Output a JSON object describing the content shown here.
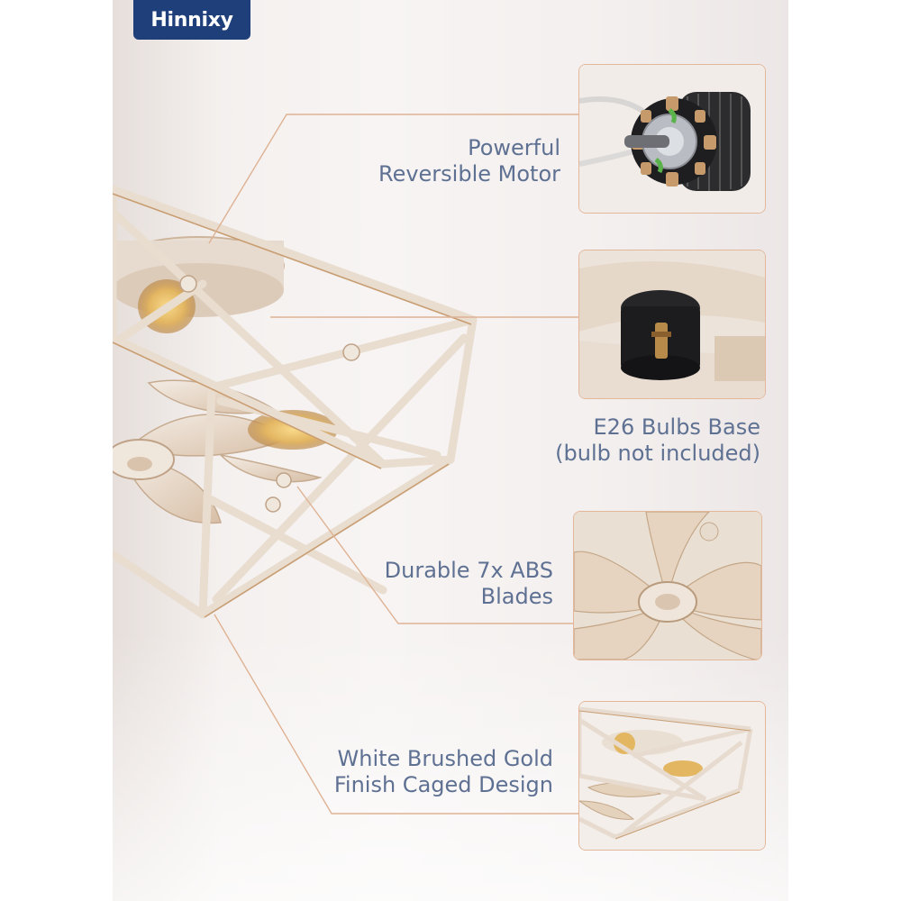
{
  "brand": {
    "logo_text": "Hinnixy",
    "logo_bg": "#1f3f7a",
    "logo_text_color": "#ffffff"
  },
  "colors": {
    "label_text": "#5f7193",
    "leader_line": "#dfb293",
    "thumbnail_border": "#e4b79a",
    "background": "#f4f0ef",
    "finish_white": "#efe7df",
    "finish_gold": "#c9a27a"
  },
  "features": [
    {
      "id": "motor",
      "line1": "Powerful",
      "line2": "Reversible Motor",
      "icon": "motor-icon"
    },
    {
      "id": "bulb",
      "line1": "E26 Bulbs Base",
      "line2": "(bulb not included)",
      "icon": "bulb-socket-icon"
    },
    {
      "id": "blades",
      "line1": "Durable 7x ABS",
      "line2": "Blades",
      "icon": "fan-blades-icon"
    },
    {
      "id": "cage",
      "line1": "White Brushed Gold",
      "line2": "Finish Caged Design",
      "icon": "cage-icon"
    }
  ]
}
